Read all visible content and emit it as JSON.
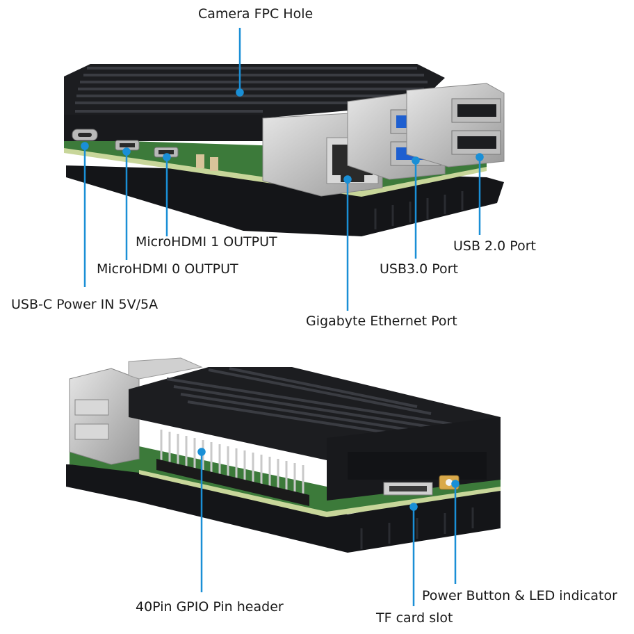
{
  "colors": {
    "callout": "#1a8fd6",
    "label_text": "#1a1a1a",
    "heatsink": "#1c1d20",
    "heatsink_light": "#2e3035",
    "pcb": "#3c7a3a",
    "pcb_edge": "#c8d69a",
    "metal": "#c9c9c9",
    "usb3_blue": "#1e5fd0"
  },
  "callouts": {
    "camera_fpc": "Camera FPC Hole",
    "microhdmi_1": "MicroHDMI 1 OUTPUT",
    "microhdmi_0": "MicroHDMI 0 OUTPUT",
    "usb_c_power": "USB-C Power IN 5V/5A",
    "ethernet": "Gigabyte Ethernet Port",
    "usb3": "USB3.0 Port",
    "usb2": "USB 2.0 Port",
    "gpio": "40Pin GPIO Pin header",
    "tf_card": "TF card slot",
    "power_button": "Power Button & LED indicator"
  }
}
